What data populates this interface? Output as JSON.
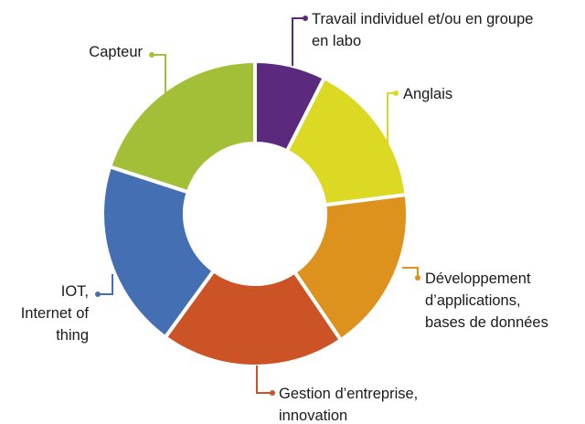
{
  "chart_data": {
    "type": "pie",
    "subtype": "donut",
    "title": "",
    "slices": [
      {
        "label_lines": [
          "Travail individuel et/ou en groupe",
          "en labo"
        ],
        "value": 7.5,
        "color": "#5b2a7e"
      },
      {
        "label_lines": [
          "Anglais"
        ],
        "value": 15.5,
        "color": "#dcd925"
      },
      {
        "label_lines": [
          "Développement",
          "d’applications,",
          "bases de données"
        ],
        "value": 17.5,
        "color": "#dd921e"
      },
      {
        "label_lines": [
          "Gestion d’entreprise,",
          "innovation"
        ],
        "value": 19.5,
        "color": "#cb5325"
      },
      {
        "label_lines": [
          "IOT,",
          "Internet of",
          "thing"
        ],
        "value": 20,
        "color": "#4470b3"
      },
      {
        "label_lines": [
          "Capteur"
        ],
        "value": 20,
        "color": "#a3bf38"
      }
    ],
    "legend": "callout labels around the ring"
  }
}
